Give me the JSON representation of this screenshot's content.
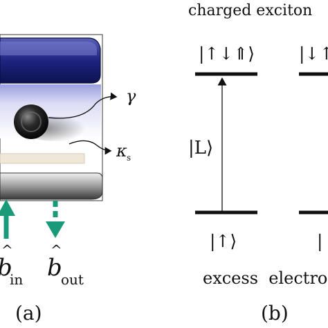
{
  "panel_a": {
    "label": "(a)",
    "gamma_label": "γ",
    "kappa_label": "κ",
    "kappa_sub": "s",
    "b_in_main": "b",
    "b_in_hat": "^",
    "b_in_sub": "in",
    "b_out_main": "b",
    "b_out_hat": "^",
    "b_out_sub": "out",
    "arrow_color": "#1a9a78"
  },
  "panel_b": {
    "label": "(b)",
    "title": "charged exciton",
    "left_upper_state": "|↑↓⇑⟩",
    "right_upper_state": "|↓↑",
    "transition_label": "|L⟩",
    "left_lower_state": "|↑⟩",
    "right_lower_state": "|",
    "bottom_label": "excess  electron"
  }
}
